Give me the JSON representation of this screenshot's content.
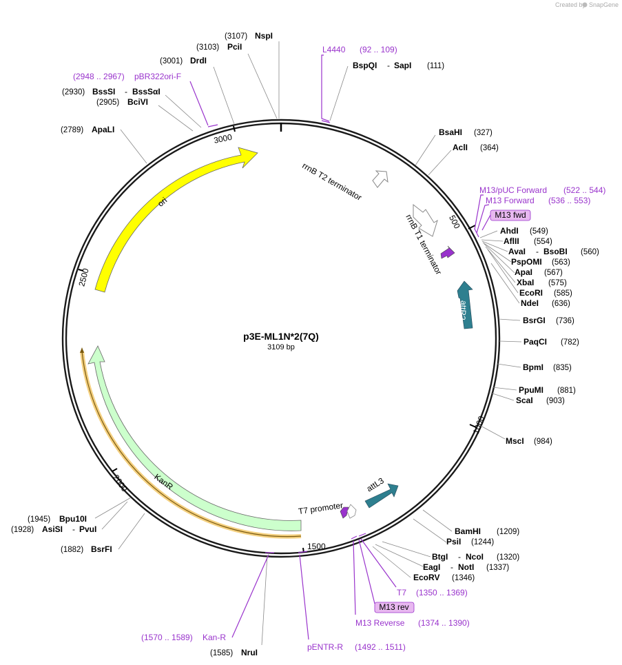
{
  "brand": {
    "created_by": "Created by",
    "app": "SnapGene"
  },
  "plasmid": {
    "name": "p3E-ML1N*2(7Q)",
    "size": "3109 bp"
  },
  "ticks": [
    "500",
    "1000",
    "1500",
    "2000",
    "2500",
    "3000"
  ],
  "enzymes": [
    {
      "pos": "(3107)",
      "name": "NspI"
    },
    {
      "pos": "(3103)",
      "name": "PciI"
    },
    {
      "pos": "(3001)",
      "name": "DrdI"
    },
    {
      "pos": "(2930)",
      "name": "BssSI",
      "name2": "BssSαI"
    },
    {
      "pos": "(2905)",
      "name": "BciVI"
    },
    {
      "pos": "(2789)",
      "name": "ApaLI"
    },
    {
      "name": "BspQI",
      "name2": "SapI",
      "pos": "(111)"
    },
    {
      "name": "BsaHI",
      "pos": "(327)"
    },
    {
      "name": "AclI",
      "pos": "(364)"
    },
    {
      "name": "AhdI",
      "pos": "(549)"
    },
    {
      "name": "AflII",
      "pos": "(554)"
    },
    {
      "name": "AvaI",
      "name2": "BsoBI",
      "pos": "(560)"
    },
    {
      "name": "PspOMI",
      "pos": "(563)"
    },
    {
      "name": "ApaI",
      "pos": "(567)"
    },
    {
      "name": "XbaI",
      "pos": "(575)"
    },
    {
      "name": "EcoRI",
      "pos": "(585)"
    },
    {
      "name": "NdeI",
      "pos": "(636)"
    },
    {
      "name": "BsrGI",
      "pos": "(736)"
    },
    {
      "name": "PaqCI",
      "pos": "(782)"
    },
    {
      "name": "BpmI",
      "pos": "(835)"
    },
    {
      "name": "PpuMI",
      "pos": "(881)"
    },
    {
      "name": "ScaI",
      "pos": "(903)"
    },
    {
      "name": "MscI",
      "pos": "(984)"
    },
    {
      "name": "BamHI",
      "pos": "(1209)"
    },
    {
      "name": "PsiI",
      "pos": "(1244)"
    },
    {
      "name": "BtgI",
      "name2": "NcoI",
      "pos": "(1320)"
    },
    {
      "name": "EagI",
      "name2": "NotI",
      "pos": "(1337)"
    },
    {
      "name": "EcoRV",
      "pos": "(1346)"
    },
    {
      "pos": "(1585)",
      "name": "NruI"
    },
    {
      "pos": "(1945)",
      "name": "Bpu10I"
    },
    {
      "pos": "(1928)",
      "name": "AsiSI",
      "name2": "PvuI"
    },
    {
      "pos": "(1882)",
      "name": "BsrFI"
    }
  ],
  "primers": [
    {
      "name": "L4440",
      "range": "(92 .. 109)"
    },
    {
      "name": "pBR322ori-F",
      "range": "(2948 .. 2967)"
    },
    {
      "name": "M13/pUC Forward",
      "range": "(522 .. 544)"
    },
    {
      "name": "M13 Forward",
      "range": "(536 .. 553)"
    },
    {
      "name": "M13 fwd"
    },
    {
      "name": "T7",
      "range": "(1350 .. 1369)"
    },
    {
      "name": "M13 rev"
    },
    {
      "name": "M13 Reverse",
      "range": "(1374 .. 1390)"
    },
    {
      "name": "Kan-R",
      "range": "(1570 .. 1589)"
    },
    {
      "name": "pENTR-R",
      "range": "(1492 .. 1511)"
    }
  ],
  "features": {
    "rrnb_t2": "rrnB T2 terminator",
    "rrnb_t1": "rrnB T1 terminator",
    "attr2": "attR2",
    "t7_promoter": "T7 promoter",
    "attl3": "attL3",
    "kanr": "KanR",
    "ori": "ori"
  },
  "colors": {
    "ori": "#ffff00",
    "kanr": "#ccffcc",
    "attsite": "#2e7f8f",
    "primer": "#9933cc",
    "promoter": "#9933cc",
    "primer_box": "#e8b8f0"
  }
}
